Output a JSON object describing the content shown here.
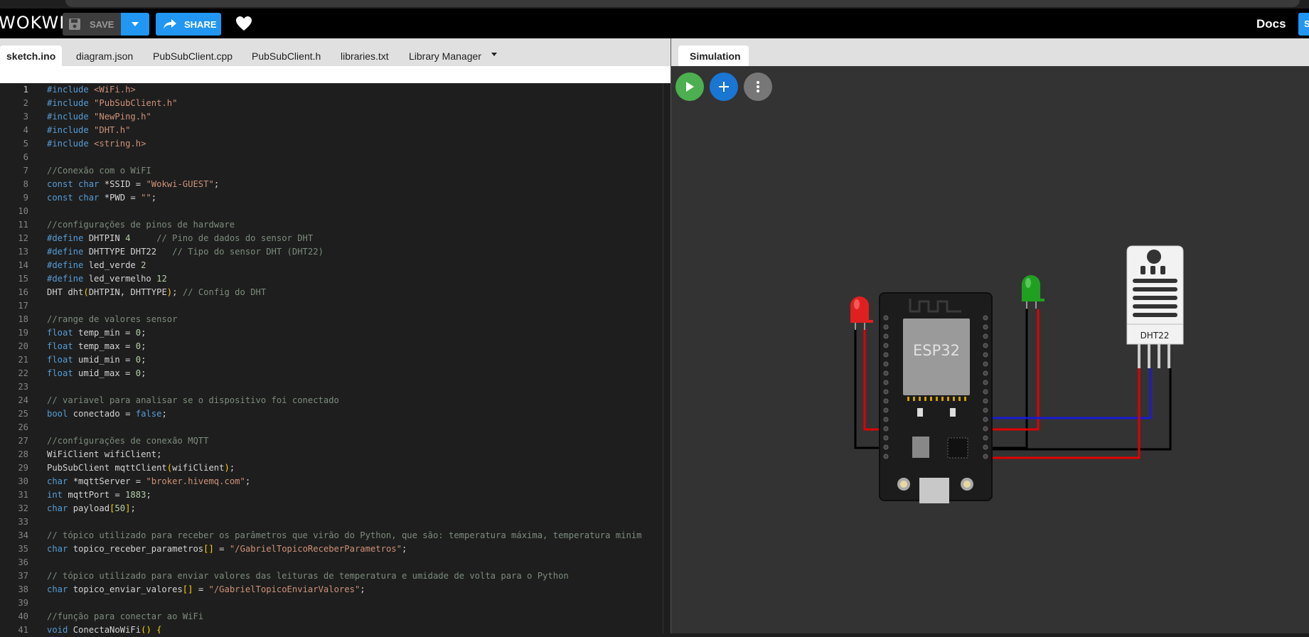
{
  "app": {
    "logo": "WOKWI"
  },
  "toolbar": {
    "save_label": "SAVE",
    "share_label": "SHARE",
    "docs_label": "Docs",
    "signin_label": "S"
  },
  "editor_tabs": [
    "sketch.ino",
    "diagram.json",
    "PubSubClient.cpp",
    "PubSubClient.h",
    "libraries.txt",
    "Library Manager"
  ],
  "sim_tab": "Simulation",
  "colors": {
    "accent": "#2196f3",
    "play": "#4caf50",
    "add": "#1976d2",
    "wire_red": "#e00000",
    "wire_blue": "#1a1ad0",
    "wire_black": "#000000"
  },
  "icons": {
    "save": "floppy-disk-icon",
    "share": "share-arrow-icon",
    "heart": "heart-icon",
    "play": "play-icon",
    "add": "plus-icon",
    "more": "vertical-dots-icon",
    "dropdown": "caret-down-icon"
  },
  "components": {
    "board_label": "ESP32",
    "sensor_label": "DHT22"
  },
  "code": [
    "#include <WiFi.h>",
    "#include \"PubSubClient.h\"",
    "#include \"NewPing.h\"",
    "#include \"DHT.h\"",
    "#include <string.h>",
    "",
    "//Conexão com o WiFI",
    "const char *SSID = \"Wokwi-GUEST\";",
    "const char *PWD = \"\";",
    "",
    "//configurações de pinos de hardware",
    "#define DHTPIN 4     // Pino de dados do sensor DHT",
    "#define DHTTYPE DHT22   // Tipo do sensor DHT (DHT22)",
    "#define led_verde 2",
    "#define led_vermelho 12",
    "DHT dht(DHTPIN, DHTTYPE); // Config do DHT",
    "",
    "//range de valores sensor",
    "float temp_min = 0;",
    "float temp_max = 0;",
    "float umid_min = 0;",
    "float umid_max = 0;",
    "",
    "// variavel para analisar se o dispositivo foi conectado",
    "bool conectado = false;",
    "",
    "//configurações de conexão MQTT",
    "WiFiClient wifiClient;",
    "PubSubClient mqttClient(wifiClient);",
    "char *mqttServer = \"broker.hivemq.com\";",
    "int mqttPort = 1883;",
    "char payload[50];",
    "",
    "// tópico utilizado para receber os parâmetros que virão do Python, que são: temperatura máxima, temperatura minim",
    "char topico_receber_parametros[] = \"/GabrielTopicoReceberParametros\";",
    "",
    "// tópico utilizado para enviar valores das leituras de temperatura e umidade de volta para o Python",
    "char topico_enviar_valores[] = \"/GabrielTopicoEnviarValores\";",
    "",
    "//função para conectar ao WiFi",
    "void ConectaNoWiFi() {"
  ]
}
